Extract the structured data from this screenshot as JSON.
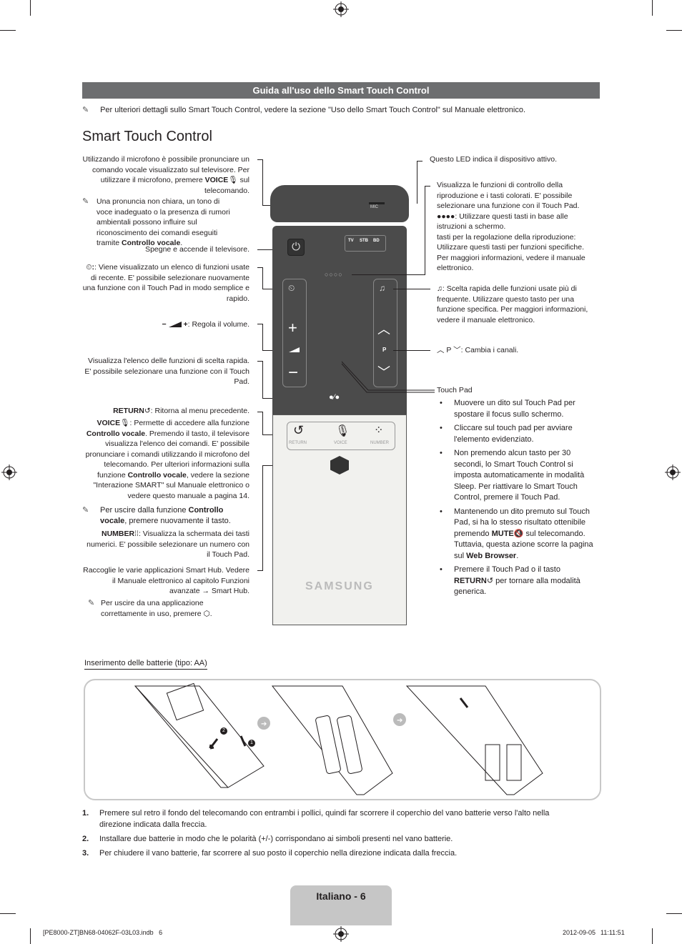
{
  "header": {
    "title": "Guida all'uso dello Smart Touch Control"
  },
  "intro_note": "Per ulteriori dettagli sullo Smart Touch Control, vedere la sezione \"Uso dello Smart Touch Control\" sul Manuale elettronico.",
  "section_title": "Smart Touch Control",
  "left": {
    "mic_1": "Utilizzando il microfono è possibile pronunciare un comando vocale visualizzato sul televisore. Per utilizzare il microfono, premere ",
    "mic_voice": "VOICE",
    "mic_2": " sul telecomando.",
    "mic_note_1": "Una pronuncia non chiara, un tono di voce inadeguato o la presenza di rumori ambientali possono influire sul riconoscimento dei comandi eseguiti tramite ",
    "mic_note_bold": "Controllo vocale",
    "mic_note_2": ".",
    "power": "Spegne e accende il televisore.",
    "recent": ": Viene visualizzato un elenco di funzioni usate di recente. E' possibile selezionare nuovamente una funzione con il Touch Pad in modo semplice e rapido.",
    "volume": ": Regola il volume.",
    "smart_list": "Visualizza l'elenco delle funzioni di scelta rapida. E' possibile selezionare una funzione con il Touch Pad.",
    "return_label": "RETURN",
    "return_text": ": Ritorna al menu precedente.",
    "voice_label": "VOICE",
    "voice_1": ": Permette di accedere alla funzione ",
    "voice_bold1": "Controllo vocale",
    "voice_2": ". Premendo il tasto, il televisore visualizza l'elenco dei comandi. E' possibile pronunciare i comandi utilizzando il microfono del telecomando. Per ulteriori informazioni sulla funzione ",
    "voice_bold2": "Controllo vocale",
    "voice_3": ", vedere la sezione \"Interazione SMART\" sul Manuale elettronico o vedere questo manuale a pagina 14.",
    "voice_note_1": "Per uscire dalla funzione ",
    "voice_note_bold": "Controllo vocale",
    "voice_note_2": ", premere nuovamente il tasto.",
    "number_label": "NUMBER",
    "number_text": ": Visualizza la schermata dei tasti numerici. E' possibile selezionare un numero con il Touch Pad.",
    "smarthub": "Raccoglie le varie applicazioni Smart Hub. Vedere il Manuale elettronico al capitolo Funzioni avanzate → Smart Hub.",
    "smarthub_note": "Per uscire da una applicazione correttamente in uso, premere"
  },
  "right": {
    "led": "Questo LED indica il dispositivo attivo.",
    "playback_1": "Visualizza le funzioni di controllo della riproduzione e i tasti colorati. E' possibile selezionare una funzione con il Touch Pad.",
    "playback_2": ": Utilizzare questi tasti in base alle istruzioni a schermo.",
    "playback_3": "tasti per la regolazione della riproduzione: Utilizzare questi tasti per funzioni specifiche. Per maggiori informazioni, vedere il manuale elettronico.",
    "favorite": ": Scelta rapida delle funzioni usate più di frequente. Utilizzare questo tasto per una funzione specifica. Per maggiori informazioni, vedere il manuale elettronico.",
    "channel": ": Cambia i canali.",
    "touchpad_title": "Touch Pad",
    "touchpad_items": [
      "Muovere un dito sul Touch Pad per spostare il focus sullo schermo.",
      "Cliccare sul touch pad per avviare l'elemento evidenziato.",
      "Non premendo alcun tasto per 30 secondi, lo Smart Touch Control si imposta automaticamente in modalità Sleep. Per riattivare lo Smart Touch Control, premere il Touch Pad."
    ],
    "tp4_1": "Mantenendo un dito premuto sul Touch Pad, si ha lo stesso risultato ottenibile premendo ",
    "tp4_mute": "MUTE",
    "tp4_2": " sul telecomando. Tuttavia, questa azione scorre la pagina sul ",
    "tp4_web": "Web Browser",
    "tp4_3": ".",
    "tp5_1": "Premere il Touch Pad o il tasto ",
    "tp5_return": "RETURN",
    "tp5_2": " per tornare alla modalità generica."
  },
  "remote": {
    "mic": "MIC",
    "tv": "TV",
    "stb": "STB",
    "bd": "BD",
    "return": "RETURN",
    "voice": "VOICE",
    "number": "NUMBER",
    "p": "P",
    "brand": "SAMSUNG",
    "plus": "+",
    "minus": "−"
  },
  "battery": {
    "title": "Inserimento delle batterie (tipo: AA)",
    "step_marks": [
      "1",
      "2"
    ],
    "steps": [
      {
        "n": "1.",
        "text": "Premere sul retro il fondo del telecomando con entrambi i pollici, quindi far scorrere il coperchio del vano batterie verso l'alto nella direzione indicata dalla freccia."
      },
      {
        "n": "2.",
        "text": "Installare due batterie in modo che le polarità (+/-) corrispondano ai simboli presenti nel vano batterie."
      },
      {
        "n": "3.",
        "text": "Per chiudere il vano batterie, far scorrere al suo posto il coperchio nella direzione indicata dalla freccia."
      }
    ]
  },
  "footer": {
    "page_label": "Italiano - 6",
    "file": "[PE8000-ZT]BN68-04062F-03L03.indb   6",
    "date": "2012-09-05",
    "time": "11:11:51"
  }
}
